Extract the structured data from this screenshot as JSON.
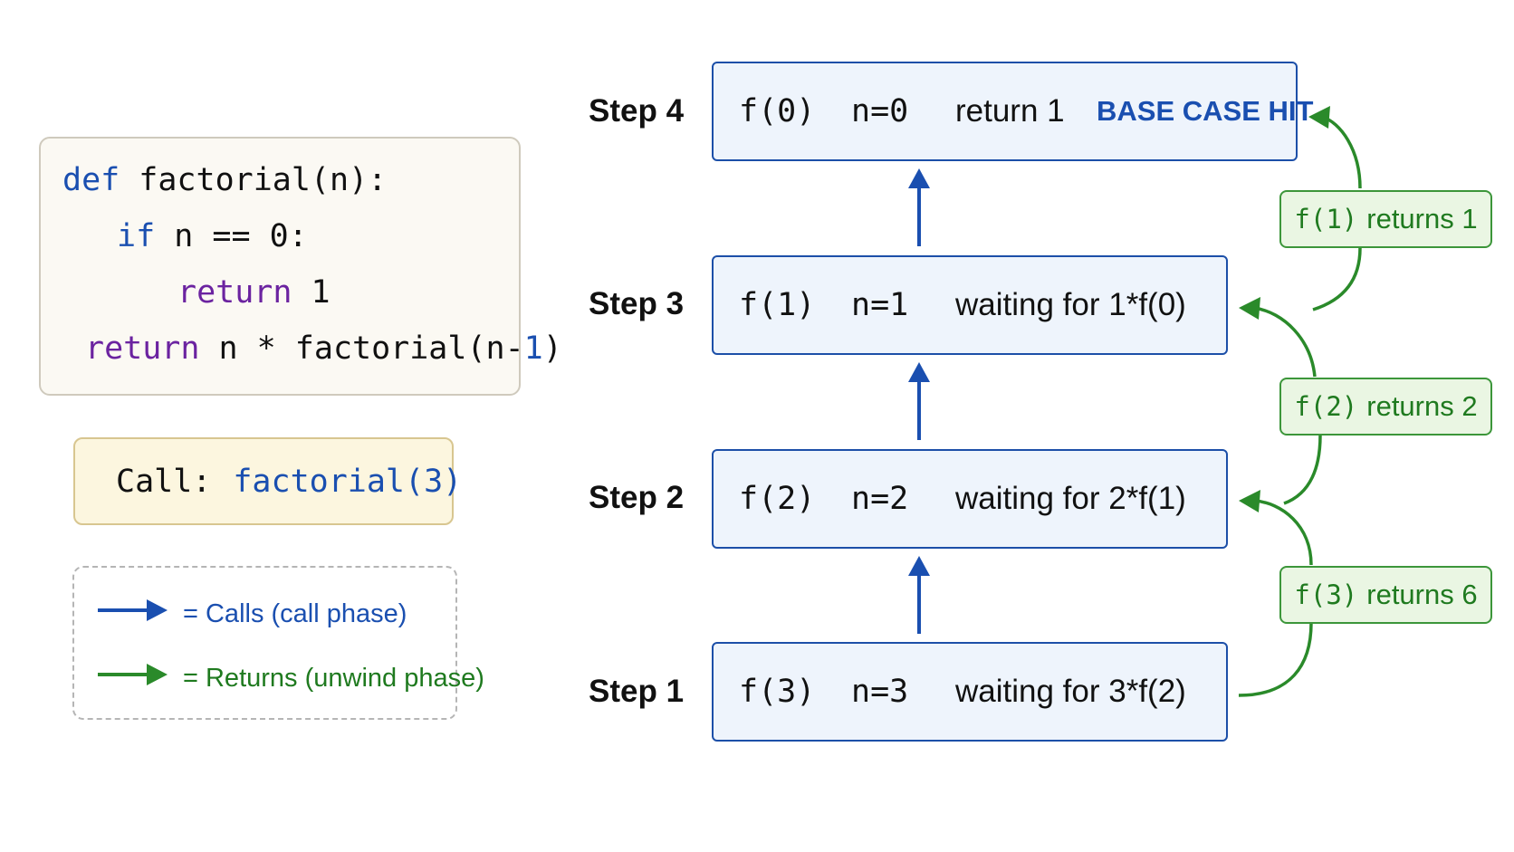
{
  "code": {
    "line1": {
      "kw": "def",
      "rest": " factorial(n):"
    },
    "line2": {
      "kw": "if",
      "rest": " n == ",
      "num": "0",
      "tail": ":"
    },
    "line3": {
      "kw": "return",
      "rest": " 1"
    },
    "line4": {
      "kw": "return",
      "rest": " n * factorial(n-",
      "num": "1",
      "tail": ")"
    }
  },
  "call": {
    "label": "Call:",
    "value": "factorial(3)"
  },
  "legend": {
    "calls_label": "= Calls (call phase)",
    "returns_label": "= Returns (unwind phase)"
  },
  "frames": [
    {
      "step": "Step 1",
      "func": "f(3)",
      "n": "n=3",
      "status": "waiting for 3*f(2)"
    },
    {
      "step": "Step 2",
      "func": "f(2)",
      "n": "n=2",
      "status": "waiting for 2*f(1)"
    },
    {
      "step": "Step 3",
      "func": "f(1)",
      "n": "n=1",
      "status": "waiting for 1*f(0)"
    },
    {
      "step": "Step 4",
      "func": "f(0)",
      "n": "n=0",
      "status": "return 1",
      "badge": "BASE CASE HIT"
    }
  ],
  "returns": [
    {
      "func": "f(3)",
      "text": "returns 6"
    },
    {
      "func": "f(2)",
      "text": "returns 2"
    },
    {
      "func": "f(1)",
      "text": "returns 1"
    }
  ],
  "colors": {
    "call_arrow": "#1a4fb0",
    "return_arrow": "#2a8a2a",
    "frame_border": "#1c4fa8"
  }
}
